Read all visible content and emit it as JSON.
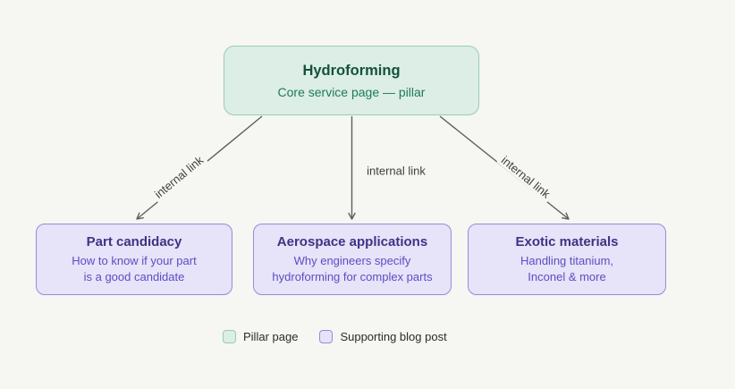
{
  "colors": {
    "page-bg": "#f6f6f3",
    "mint-fill": "#dceee6",
    "mint-border": "#99ccb3",
    "lav-fill": "#e7e3f8",
    "lav-border": "#978bd6",
    "pillar-title": "#14523d",
    "pillar-sub": "#1e7b58",
    "supp-title": "#3d3485",
    "supp-sub": "#5a4ec5",
    "arrow": "#5f5f5f",
    "edge-label": "#3f3f3f",
    "legend-text": "#2b2b2b"
  },
  "pillar": {
    "title": "Hydroforming",
    "subtitle": "Core service page — pillar"
  },
  "supporting": [
    {
      "title": "Part candidacy",
      "line1": "How to know if your part",
      "line2": "is a good candidate"
    },
    {
      "title": "Aerospace applications",
      "line1": "Why engineers specify",
      "line2": "hydroforming for complex parts"
    },
    {
      "title": "Exotic materials",
      "line1": "Handling titanium,",
      "line2": "Inconel & more"
    }
  ],
  "edges": [
    {
      "label": "internal link"
    },
    {
      "label": "internal link"
    },
    {
      "label": "internal link"
    }
  ],
  "legend": {
    "items": [
      {
        "label": "Pillar page"
      },
      {
        "label": "Supporting blog post"
      }
    ]
  }
}
